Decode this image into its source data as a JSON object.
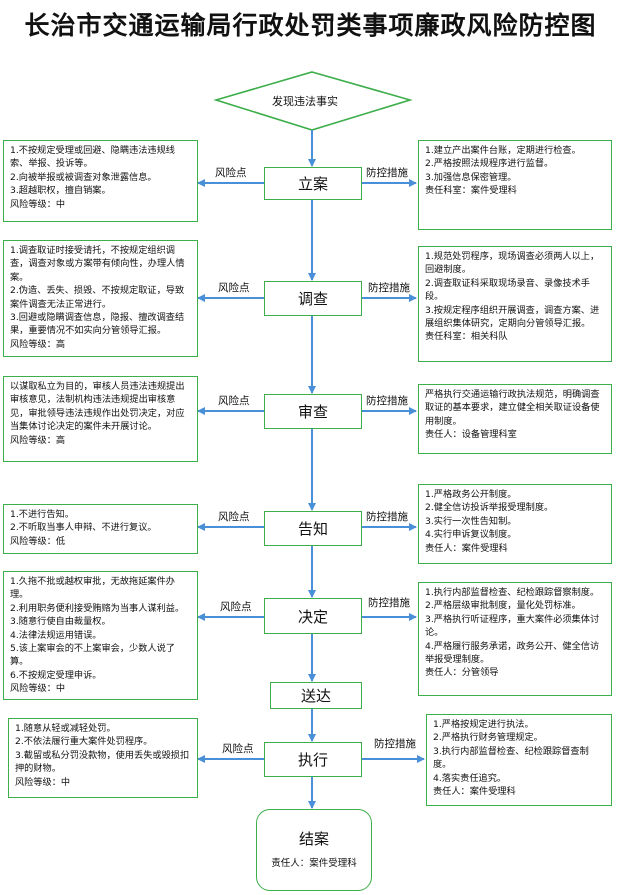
{
  "title": "长治市交通运输局行政处罚类事项廉政风险防控图",
  "start": "发现违法事实",
  "risk_label": "风险点",
  "measure_label": "防控措施",
  "steps": [
    {
      "name": "立案",
      "risks": [
        "1.不按规定受理或回避、隐瞒违法违规线索、举报、投诉等。",
        "2.向被举报或被调查对象泄露信息。",
        "3.超越职权，擅自销案。",
        "风险等级：中"
      ],
      "measures": [
        "1.建立产出案件台账，定期进行检查。",
        "2.严格按照法规程序进行监督。",
        "3.加强信息保密管理。",
        "责任科室：案件受理科"
      ]
    },
    {
      "name": "调查",
      "risks": [
        "1.调查取证时接受请托，不按规定组织调查，调查对象或方案带有倾向性，办理人情案。",
        "2.伪造、丢失、损毁、不按规定取证，导致案件调查无法正常进行。",
        "3.回避或隐瞒调查信息，隐报、擅改调查结果，重要情况不如实向分管领导汇报。",
        "风险等级：高"
      ],
      "measures": [
        "1.规范处罚程序，现场调查必须两人以上，回避制度。",
        "2.调查取证科采取现场录音、录像技术手段。",
        "3.按规定程序组织开展调查，调查方案、进展组织集体研究，定期向分管领导汇报。",
        "责任科室：相关科队"
      ]
    },
    {
      "name": "审查",
      "risks": [
        "以谋取私立为目的，审核人员违法违规提出审核意见，法制机构违法违规提出审核意见，审批领导违法违规作出处罚决定，对应当集体讨论决定的案件未开展讨论。",
        "风险等级：高"
      ],
      "measures": [
        "严格执行交通运输行政执法规范，明确调查取证的基本要求，建立健全相关取证设备使用制度。",
        "责任人：设备管理科室"
      ]
    },
    {
      "name": "告知",
      "risks": [
        "1.不进行告知。",
        "2.不听取当事人申辩、不进行复议。",
        "风险等级：低"
      ],
      "measures": [
        "1.严格政务公开制度。",
        "2.健全信访投诉举报受理制度。",
        "3.实行一次性告知制。",
        "4.实行申诉复议制度。",
        "责任人：案件受理科"
      ]
    },
    {
      "name": "决定",
      "risks": [
        "1.久拖不批或越权审批，无故拖延案件办理。",
        "2.利用职务便利接受贿赂为当事人谋利益。",
        "3.随意行使自由裁量权。",
        "4.法律法规运用错误。",
        "5.该上案审会的不上案审会，少数人说了算。",
        "6.不按规定受理申诉。",
        "风险等级：中"
      ],
      "measures": [
        "1.执行内部监督检查、纪检跟踪督察制度。",
        "2.严格层级审批制度，量化处罚标准。",
        "3.严格执行听证程序，重大案件必须集体讨论。",
        "4.严格履行服务承诺，政务公开、健全信访举报受理制度。",
        "责任人：分管领导"
      ]
    },
    {
      "name": "送达"
    },
    {
      "name": "执行",
      "risks": [
        "1.随意从轻或减轻处罚。",
        "2.不依法履行重大案件处罚程序。",
        "3.截留或私分罚没款物，使用丢失或毁损扣押的财物。",
        "风险等级：中"
      ],
      "measures": [
        "1.严格按规定进行执法。",
        "2.严格执行财务管理规定。",
        "3.执行内部监督检查、纪检跟踪督查制度。",
        "4.落实责任追究。",
        "责任人：案件受理科"
      ]
    }
  ],
  "end": {
    "title": "结案",
    "subtitle": "责任人：案件受理科"
  },
  "colors": {
    "border": "#3cae4a",
    "arrow": "#4a90d9"
  }
}
